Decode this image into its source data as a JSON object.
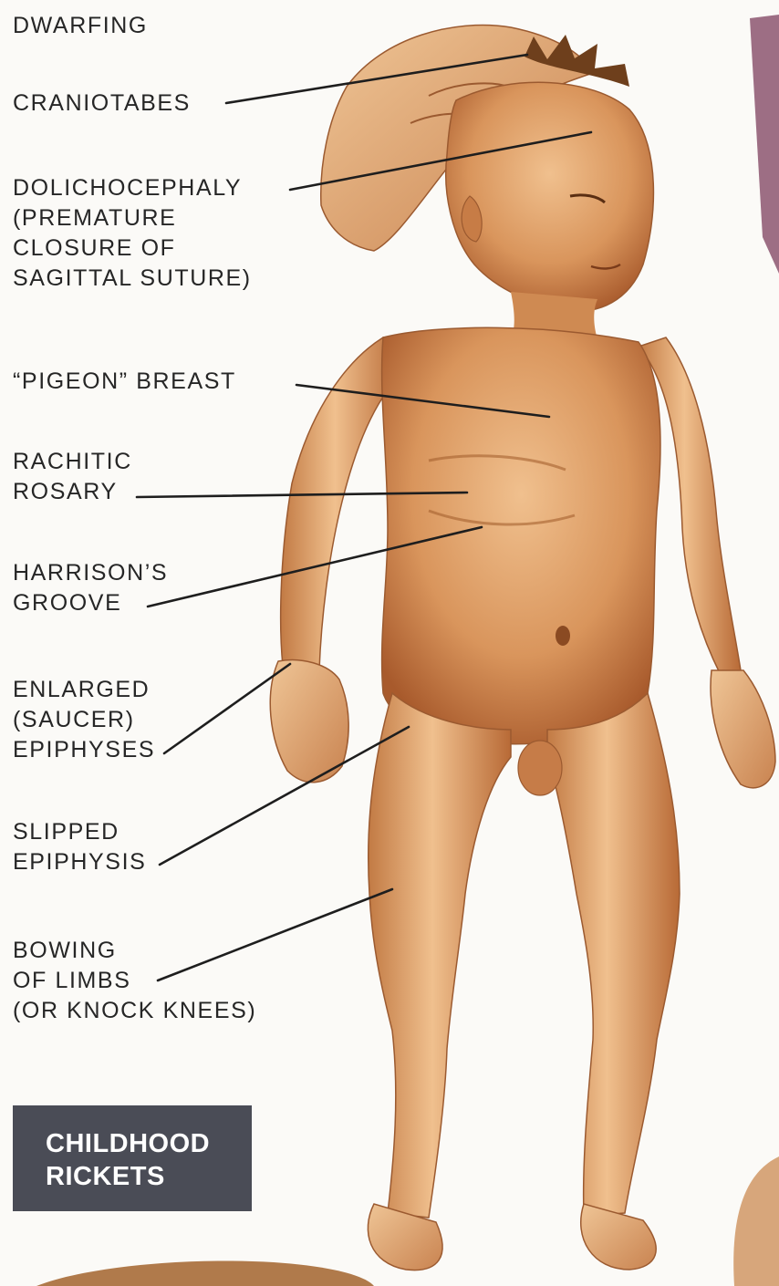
{
  "labels": {
    "dwarfing": "DWARFING",
    "craniotabes": "CRANIOTABES",
    "dolichocephaly": "DOLICHOCEPHALY\n(PREMATURE\nCLOSURE OF\nSAGITTAL SUTURE)",
    "pigeon_breast": "“PIGEON” BREAST",
    "rachitic_rosary": "RACHITIC\nROSARY",
    "harrisons_groove": "HARRISON’S\nGROOVE",
    "enlarged_epiphyses": "ENLARGED\n(SAUCER)\nEPIPHYSES",
    "slipped_epiphysis": "SLIPPED\nEPIPHYSIS",
    "bowing_of_limbs": "BOWING\nOF LIMBS\n(OR KNOCK KNEES)"
  },
  "title_box": {
    "title": "CHILDHOOD\nRICKETS"
  },
  "colors": {
    "skin": "#d9955c",
    "skin_shadow": "#a85a2c",
    "line": "#1e1e1e",
    "title_box": "#4a4c56"
  }
}
